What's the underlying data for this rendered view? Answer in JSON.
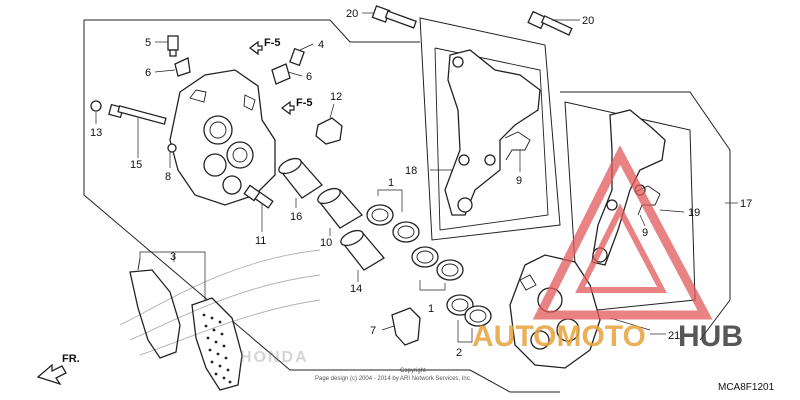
{
  "diagram": {
    "catalog_code": "MCA8F1201",
    "direction_label": "FR.",
    "copyright_line1": "Copyright",
    "copyright_line2": "Page design (c) 2004 - 2014 by ARI Network Services, Inc.",
    "ref_labels": {
      "f5_a": "F-5",
      "f5_b": "F-5"
    },
    "callouts": {
      "c1a": "1",
      "c1b": "1",
      "c2": "2",
      "c3": "3",
      "c4": "4",
      "c5": "5",
      "c6a": "6",
      "c6b": "6",
      "c7": "7",
      "c8": "8",
      "c9a": "9",
      "c9b": "9",
      "c10": "10",
      "c11": "11",
      "c12": "12",
      "c13": "13",
      "c14": "14",
      "c15": "15",
      "c16": "16",
      "c17": "17",
      "c18": "18",
      "c19": "19",
      "c20a": "20",
      "c20b": "20",
      "c21": "21"
    }
  },
  "watermark": {
    "brand_part1": "AUTOMOTO",
    "brand_part2": "HUB",
    "color_primary": "#e8a33a",
    "color_secondary": "#e25a5a",
    "color_dark": "#3a3a3a"
  }
}
